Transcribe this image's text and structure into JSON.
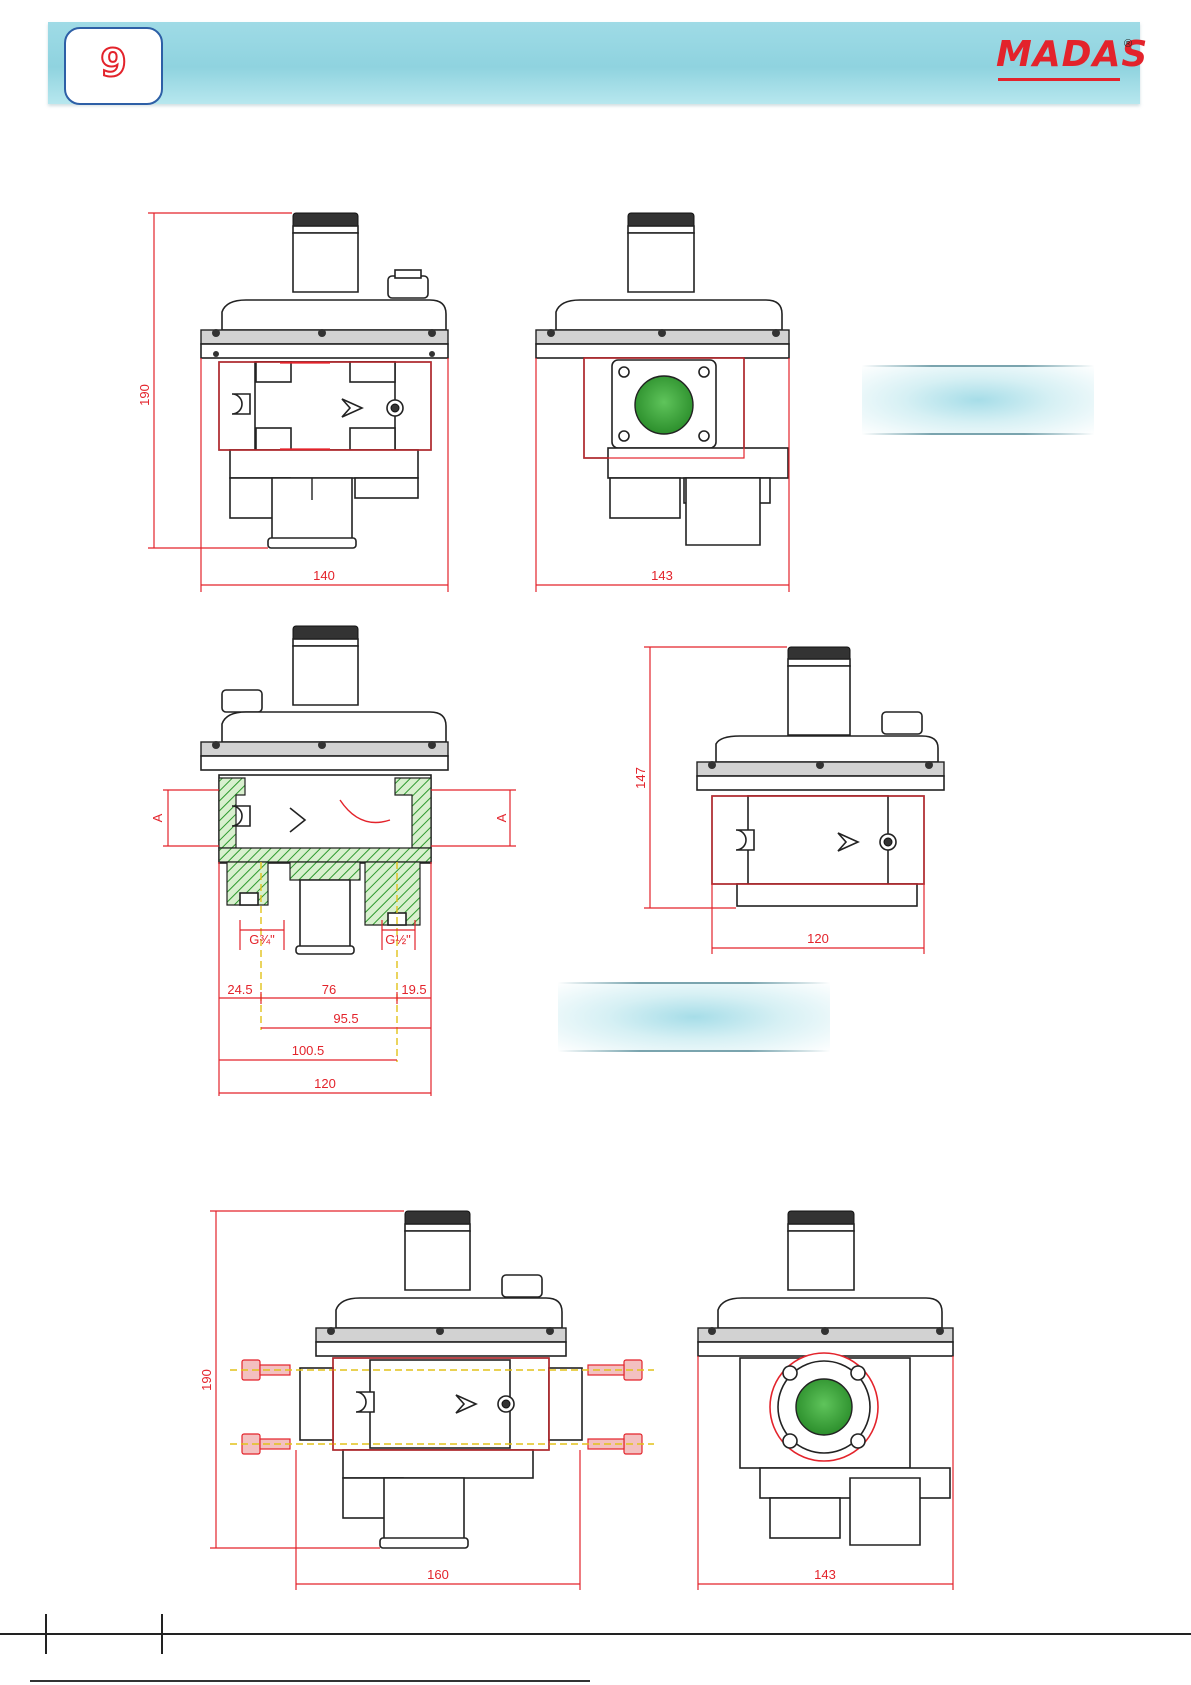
{
  "header": {
    "page_number": "9",
    "brand": "MADAS",
    "registered_mark": "®"
  },
  "colors": {
    "header_band": "#8fd3df",
    "brand_red": "#e3232b",
    "dimension_red": "#e3232b",
    "section_hatch_green": "#2e9a2e",
    "port_green": "#3aa83a",
    "centerline_yellow": "#e2c21a"
  },
  "views": {
    "top_left": {
      "height_dim": "190",
      "width_dim": "140"
    },
    "top_right": {
      "width_dim": "143"
    },
    "middle_left": {
      "port_left": "A",
      "port_right": "A",
      "thread_left": "G¾\"",
      "thread_right": "G½\"",
      "dims": [
        "24.5",
        "76",
        "19.5",
        "95.5",
        "100.5",
        "120"
      ]
    },
    "middle_right": {
      "height_dim": "147",
      "width_dim": "120"
    },
    "bottom_left": {
      "height_dim": "190",
      "width_dim": "160"
    },
    "bottom_right": {
      "width_dim": "143"
    }
  }
}
